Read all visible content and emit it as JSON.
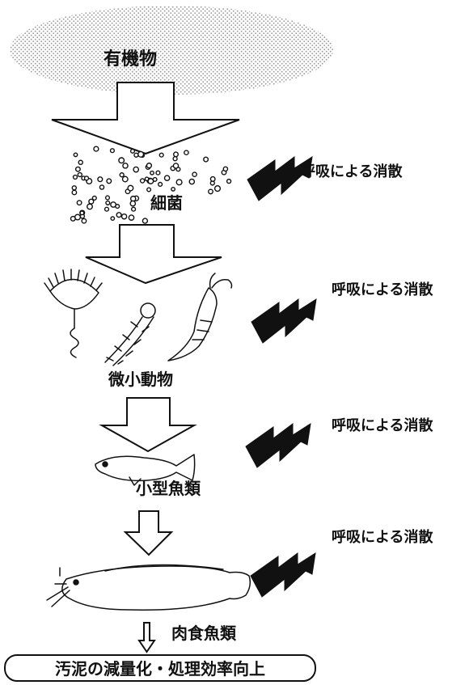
{
  "stages": {
    "organic": "有機物",
    "bacteria": "細菌",
    "microfauna": "微小動物",
    "small_fish": "小型魚類",
    "carnivorous_fish": "肉食魚類"
  },
  "respiration": {
    "label_1": "呼吸による消散",
    "label_2": "呼吸による消散",
    "label_3": "呼吸による消散",
    "label_4": "呼吸による消散"
  },
  "result": "汚泥の減量化・処理効率向上",
  "colors": {
    "ink": "#111111",
    "stipple": "#999999"
  },
  "icons": [
    "dissipation-bolt-icon",
    "vorticella-icon",
    "rotifer-icon",
    "cladoceran-icon",
    "medaka-icon",
    "catfish-icon"
  ]
}
